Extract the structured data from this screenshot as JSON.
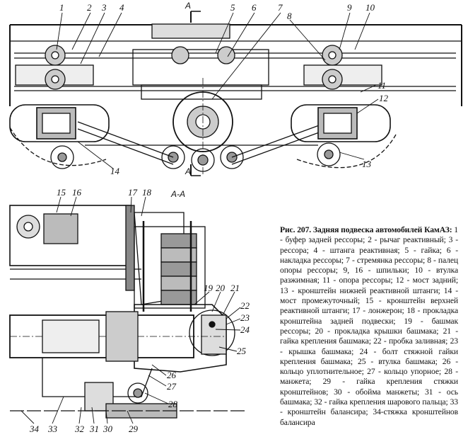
{
  "figure": {
    "section_label": "A-A",
    "arrow_letters": [
      "A",
      "A"
    ],
    "top_labels": [
      "1",
      "2",
      "3",
      "4",
      "5",
      "6",
      "7",
      "8",
      "9",
      "10",
      "11",
      "12",
      "13",
      "14"
    ],
    "bottom_labels": [
      "15",
      "16",
      "17",
      "18",
      "19",
      "20",
      "21",
      "22",
      "23",
      "24",
      "25",
      "26",
      "27",
      "28",
      "29",
      "30",
      "31",
      "32",
      "33",
      "34"
    ]
  },
  "caption": {
    "title": "Рис. 207. Задняя подвеска автомобилей КамАЗ:",
    "body": " 1 - буфер задней рессоры; 2 - рычаг реактивный; 3 - рессора; 4 - штанга реактивная; 5 - гайка; 6 - накладка рессоры; 7 - стремянка рессоры; 8 - палец опоры рессоры; 9, 16 - шпильки; 10 - втулка разжимная; 11 - опора рессоры; 12 - мост задний; 13 - кронштейн нижней реактивной штанги; 14 - мост промежуточный; 15 - кронштейн верхней реактивной штанги; 17 - лонжерон; 18 - прокладка кронштейна задней подвески; 19 - башмак рессоры; 20 - прокладка крышки башмака; 21 - гайка крепления башмака; 22 - пробка заливная; 23 - крышка башмака; 24 - болт стяжной гайки крепления башмака; 25 - втулка башмака; 26 - кольцо уплотнительное; 27 - кольцо упорное; 28 - манжета; 29 - гайка крепления стяжки кронштейнов; 30 - обойма манжеты; 31 - ось башмака; 32 - гайка крепления шарового пальца; 33 - кронштейн балансира; 34-стяжка кронштейнов балансира"
  }
}
